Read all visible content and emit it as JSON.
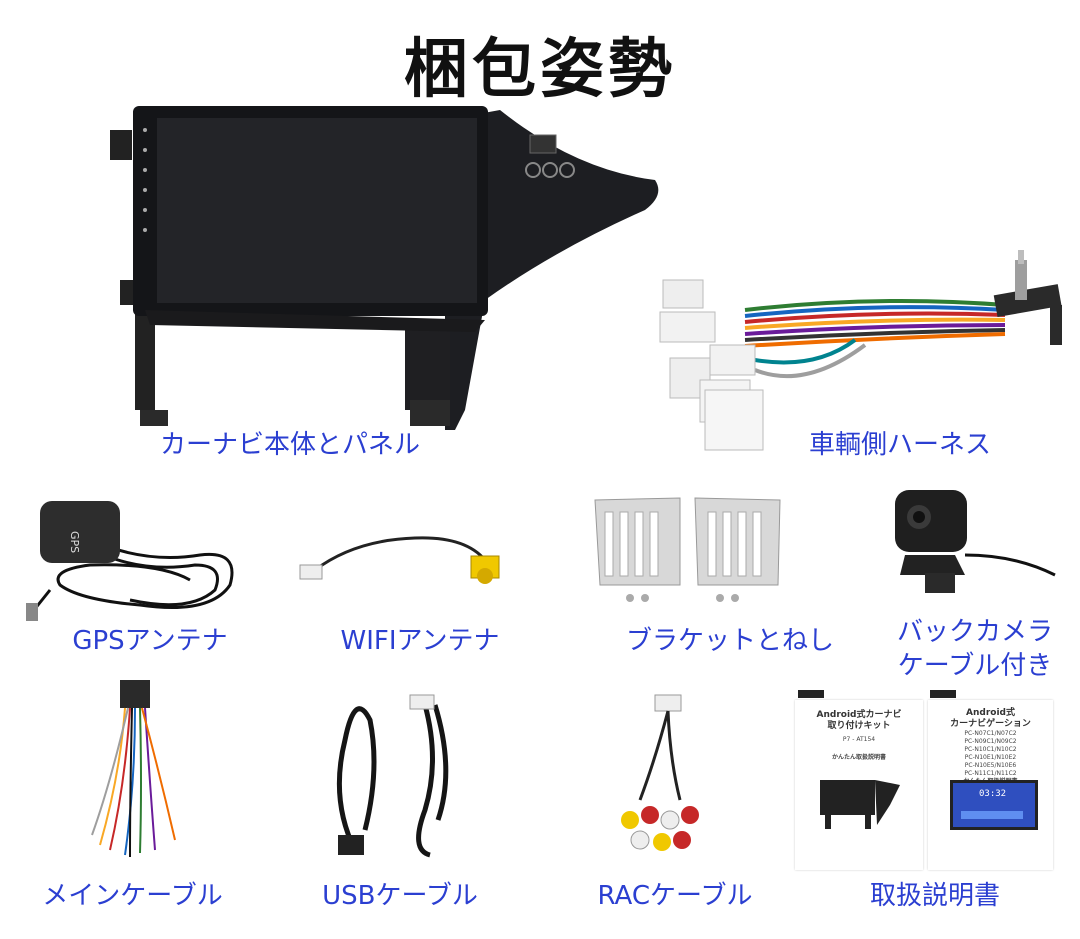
{
  "title": "梱包姿勢",
  "items": [
    {
      "label": "カーナビ本体とパネル"
    },
    {
      "label": "車輌側ハーネス"
    },
    {
      "label": "GPSアンテナ"
    },
    {
      "label": "WIFIアンテナ"
    },
    {
      "label": "ブラケットとねし"
    },
    {
      "label_line1": "バックカメラ",
      "label_line2": "ケーブル付き"
    },
    {
      "label": "メインケーブル"
    },
    {
      "label": "USBケーブル"
    },
    {
      "label": "RACケーブル"
    },
    {
      "label": "取扱説明書"
    }
  ],
  "manual_left": {
    "title_line1": "Android式カーナビ",
    "title_line2": "取り付けキット",
    "model": "P7 - AT154",
    "subtitle": "かんたん取扱説明書"
  },
  "manual_right": {
    "title_line1": "Android式",
    "title_line2": "カーナビゲーション",
    "models": [
      "PC-N07C1/N07C2",
      "PC-N09C1/N09C2",
      "PC-N10C1/N10C2",
      "PC-N10E1/N10E2",
      "PC-N10E5/N10E6",
      "PC-N11C1/N11C2"
    ],
    "subtitle": "かんたん取扱説明書",
    "screen_time": "03:32"
  },
  "gps_puck_text": "GPS",
  "colors": {
    "label": "#2b3fd1",
    "title": "#111111"
  }
}
